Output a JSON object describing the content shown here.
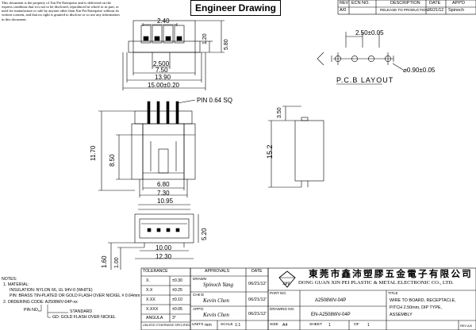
{
  "notice": "This document is the property of Xin Pei Enterprise and is delivered on the express condition that it is not to be disclosed, reproduced in whole or in part, or used for manufacture or sale by anyone other than Xin Pei Enterprise without its written consent, and that no right is granted to disclose or so use any information in this document.",
  "title": "Engineer Drawing",
  "revision": {
    "headers": [
      "REV",
      "ECN NO.",
      "DESCRIPTION",
      "DATE",
      "APP'D"
    ],
    "row": [
      "A/0",
      "",
      "RELEASE TO PRODUCTION",
      "06/21/12",
      "Spinoch"
    ]
  },
  "dims": {
    "top_pitch": "2.40",
    "top_w1": "2.500",
    "top_w2": "7.50",
    "top_w3": "13.90",
    "top_w4": "15.00±0.20",
    "top_h1": "1.20",
    "top_h2": "5.80",
    "pin_sq": "PIN 0.64 SQ",
    "front_h1": "11.70",
    "front_h2": "8.50",
    "front_w1": "6.80",
    "front_w2": "7.30",
    "side_h1": "3.50",
    "side_h2": "15.2",
    "bottom_w1": "10.95",
    "bottom_w2": "10.00",
    "bottom_w3": "12.30",
    "bottom_h1": "5.20",
    "bottom_h2": "1.60",
    "bottom_h3": "1.00",
    "pcb_pitch": "2.50±0.05",
    "pcb_hole": "⌀0.90±0.05",
    "pcb_label": "P.C.B LAYOUT"
  },
  "notes": {
    "heading": "NOTES:",
    "n1": "1. MATERIAL:",
    "n1a": "INSULATION: NYLON 66, UL 94V-0 (WHITE)",
    "n1b": "PIN: BRASS TIN-PLATED OR GOLD FLASH OVER NICKEL # 0.64mm",
    "n2": "2. ORDERING CODE: A2508WV-04P-xx",
    "n2a": "PIN NO.",
    "n2b": "STANDARD",
    "n2c": "GD: GOLD FLASH OVER NICKEL"
  },
  "tolerance": {
    "title": "TOLERANCE",
    "rows": [
      [
        "X.",
        "±0.30"
      ],
      [
        "X.X",
        "±0.25"
      ],
      [
        "X.XX",
        "±0.10"
      ],
      [
        "X.XXX",
        "±0.05"
      ],
      [
        "ANGULA",
        "3°"
      ]
    ],
    "footer": "UNLESS OTHERWISE SPECIFIED"
  },
  "approvals": {
    "title": "APPROVALS",
    "date_header": "DATE",
    "rows": [
      {
        "role": "DRAWN",
        "name": "Spinoch Yang",
        "date": "06/21/12'"
      },
      {
        "role": "CHK'D",
        "name": "Kevin Chen",
        "date": "06/21/12'"
      },
      {
        "role": "APP'D",
        "name": "Kevin Chen",
        "date": "06/21/12'"
      }
    ]
  },
  "company": {
    "logo": "XPT",
    "name_cn": "東莞市鑫沛塑膠五金電子有限公司",
    "name_en": "DONG GUAN XIN PEI PLASTIC & METAL ELECTRONIC CO., LTD."
  },
  "part": {
    "part_no_label": "PART NO.",
    "part_no": "A2508WV-04P",
    "drawing_no_label": "DRAWING NO.",
    "drawing_no": "EN-A2508WV-04P",
    "title_label": "TITLE",
    "title_lines": [
      "WIRE TO BOARD, RECEPTACLE,",
      "PITCH 2.50mm, DIP TYPE,",
      "ASSEMBLY"
    ]
  },
  "footer": {
    "units_label": "UNITS",
    "units": "mm",
    "scale_label": "SCALE",
    "scale": "1:1",
    "size_label": "SIZE",
    "size": "A4",
    "sheet_label": "SHEET",
    "sheet": "1",
    "of_label": "OF",
    "of": "1",
    "rev_label": "REV",
    "rev": "A/0"
  }
}
